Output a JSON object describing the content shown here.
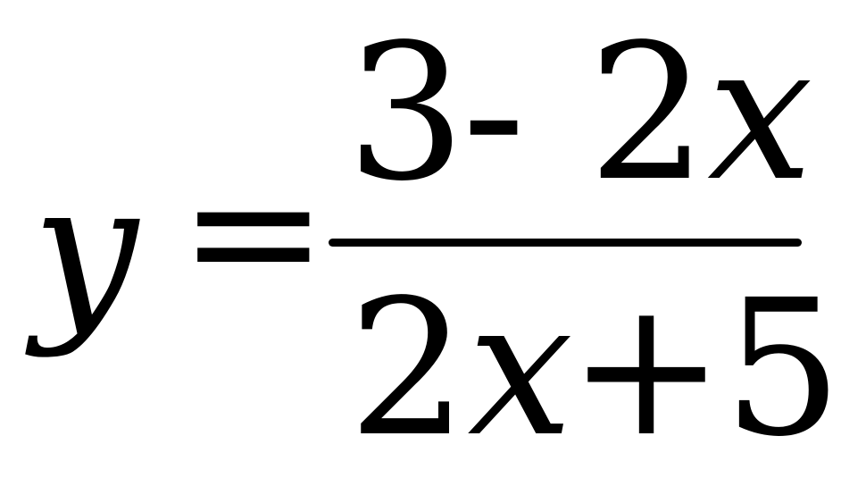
{
  "equation": {
    "lhs": "y",
    "equals": "=",
    "numerator": {
      "constant": "3",
      "operator": "-",
      "coefficient": "2",
      "variable": "x"
    },
    "denominator": {
      "coefficient": "2",
      "variable": "x",
      "operator": "+",
      "constant": "5"
    }
  }
}
